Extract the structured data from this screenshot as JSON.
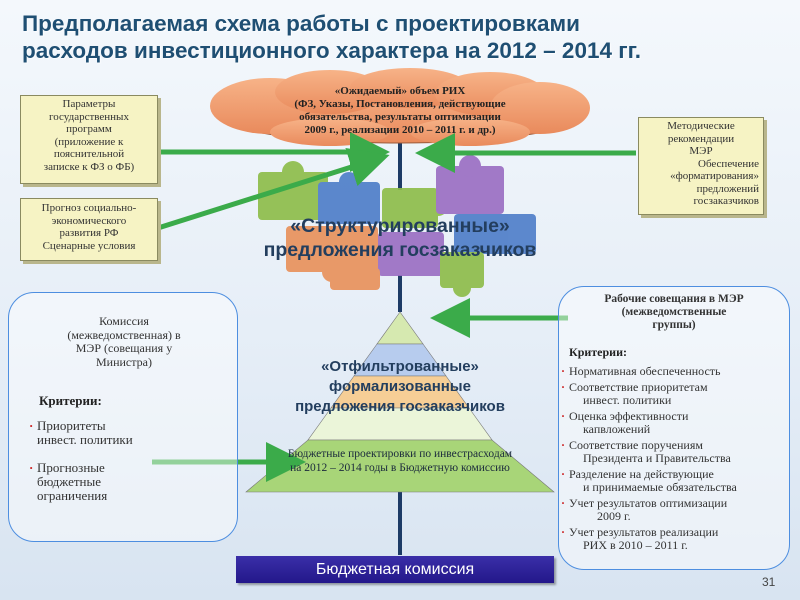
{
  "title": [
    "Предполагаемая схема работы с проектировками",
    "расходов инвестиционного характера на 2012 – 2014 гг."
  ],
  "cloud": [
    "«Ожидаемый» объем РИХ",
    "(ФЗ, Указы, Постановления, действующие",
    "обязательства, результаты  оптимизации",
    "2009 г., реализации 2010 – 2011 г. и др.)"
  ],
  "notes": {
    "params": [
      "Параметры",
      "государственных",
      "программ",
      "(приложение к",
      "пояснительной",
      "записке к ФЗ о ФБ)"
    ],
    "forecast": [
      "Прогноз социально-",
      "экономического",
      "развития РФ",
      "Сценарные условия"
    ],
    "method": [
      "Методические",
      "рекомендации",
      "МЭР"
    ],
    "method_sub": [
      "Обеспечение",
      "«форматирования»",
      "предложений",
      "госзаказчиков"
    ]
  },
  "structured": [
    "«Структурированные»",
    "предложения госзаказчиков"
  ],
  "filtered": [
    "«Отфильтрованные»",
    "формализованные",
    "предложения госзаказчиков"
  ],
  "pyramid_bottom": [
    "Бюджетные проектировки по инвестрасходам",
    "на 2012 – 2014 годы в Бюджетную комиссию"
  ],
  "left_panel": {
    "header": [
      "Комиссия",
      "(межведомственная) в",
      "МЭР (совещания у",
      "Министра)"
    ],
    "criteria_label": "Критерии:",
    "criteria": [
      [
        "Приоритеты",
        "инвест. политики"
      ],
      [
        "Прогнозные",
        "бюджетные",
        "ограничения"
      ]
    ]
  },
  "right_panel": {
    "header": [
      "Рабочие совещания в МЭР",
      "(межведомственные",
      "группы)"
    ],
    "criteria_label": "Критерии:",
    "criteria": [
      [
        "Нормативная обеспеченность"
      ],
      [
        "Соответствие приоритетам",
        "инвест. политики"
      ],
      [
        "Оценка эффективности",
        "капвложений"
      ],
      [
        "Соответствие поручениям",
        "Президента и Правительства"
      ],
      [
        "Разделение на действующие",
        "и принимаемые обязательства"
      ],
      [
        "Учет результатов оптимизации",
        "2009 г."
      ],
      [
        "Учет результатов реализации",
        "РИХ в 2010 – 2011 г."
      ]
    ]
  },
  "budget_commission": "Бюджетная комиссия",
  "page_number": "31",
  "colors": {
    "title": "#1f4f73",
    "arrow": "#3bab4a",
    "note": "#f6f3c4",
    "cloud": "#f0a070",
    "puzzle_green": "#8ebd4b",
    "puzzle_blue": "#4f7fc9",
    "puzzle_purple": "#9b6fc3",
    "puzzle_orange": "#e8925c",
    "pyramid_top": "#d6e9b0",
    "pyramid_2": "#b7ccee",
    "pyramid_3": "#f6ce96",
    "pyramid_4": "#ebf5d9",
    "pyramid_base": "#a8d578",
    "commission": "#2a1f96"
  }
}
